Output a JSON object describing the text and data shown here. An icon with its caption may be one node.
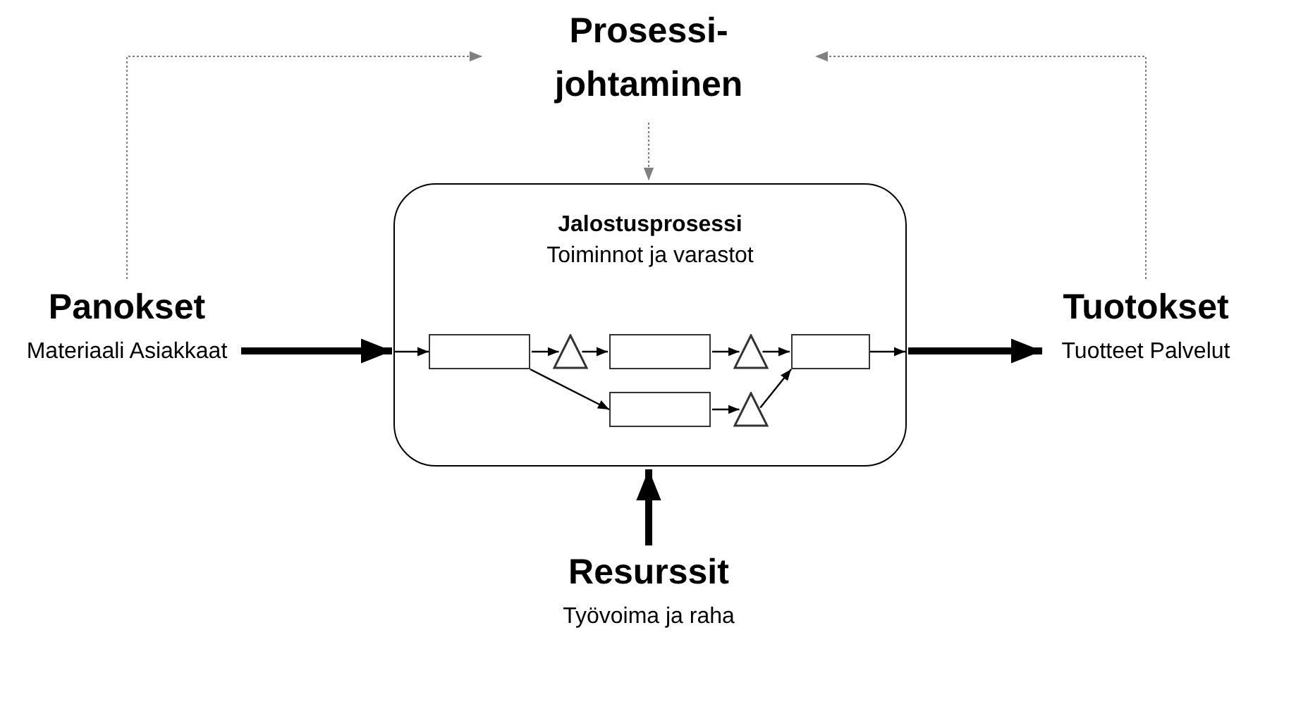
{
  "diagram": {
    "nodes": [
      {
        "text": [
          "Prosessi- johtaminen"
        ]
      },
      {
        "text": [
          "Panokset",
          "Materiaali Asiakkaat"
        ]
      },
      {
        "text": [
          "Jalostusprosessi",
          "Toiminnot ja varastot"
        ]
      },
      {
        "text": [],
        "shape": "box",
        "in": 2
      },
      {
        "text": [],
        "shape": "triangle",
        "in": 2
      },
      {
        "text": [],
        "shape": "box",
        "in": 2
      },
      {
        "text": [],
        "shape": "triangle",
        "in": 2
      },
      {
        "text": [],
        "shape": "box",
        "in": 2
      },
      {
        "text": [],
        "shape": "box",
        "in": 2
      },
      {
        "text": [],
        "shape": "triangle",
        "in": 2
      },
      {
        "text": [
          "Tuotokset",
          "Tuotteet Palvelut"
        ]
      },
      {
        "text": [
          "Resurssit",
          "Työvoima ja raha"
        ]
      }
    ],
    "edges": [
      {
        "from": 1,
        "to": 0,
        "arrow": "to",
        "style": "dashed",
        "color": "#808080"
      },
      {
        "from": 10,
        "to": 0,
        "arrow": "to",
        "style": "dashed",
        "color": "#808080"
      },
      {
        "from": 0,
        "to": 2,
        "arrow": "to",
        "style": "dashed",
        "color": "#808080"
      },
      {
        "from": 1,
        "to": 2,
        "arrow": "to",
        "style": "thick"
      },
      {
        "from": 2,
        "to": 10,
        "arrow": "to",
        "style": "thick"
      },
      {
        "from": 11,
        "to": 2,
        "arrow": "to",
        "style": "thick"
      },
      {
        "from": 2,
        "to": 3,
        "arrow": "to"
      },
      {
        "from": 3,
        "to": 4,
        "arrow": "to"
      },
      {
        "from": 4,
        "to": 5,
        "arrow": "to"
      },
      {
        "from": 5,
        "to": 6,
        "arrow": "to"
      },
      {
        "from": 6,
        "to": 7,
        "arrow": "to"
      },
      {
        "from": 7,
        "to": 2,
        "arrow": "to"
      },
      {
        "from": 3,
        "to": 8,
        "arrow": "to"
      },
      {
        "from": 8,
        "to": 9,
        "arrow": "to"
      },
      {
        "from": 9,
        "to": 7,
        "arrow": "to"
      }
    ]
  }
}
